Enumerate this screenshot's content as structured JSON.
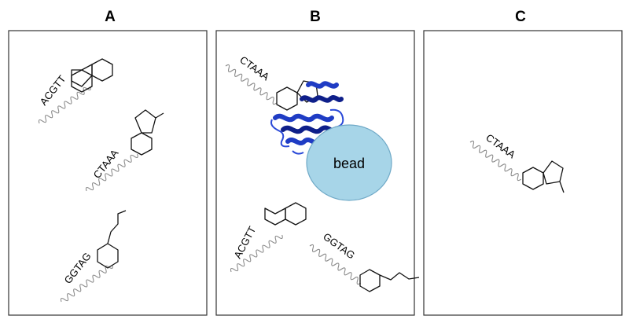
{
  "panels": [
    {
      "title": "A",
      "probes": [
        {
          "sequence": "ACGTT",
          "molecule": "naphthalene"
        },
        {
          "sequence": "CTAAA",
          "molecule": "methyl-indane"
        },
        {
          "sequence": "GGTAG",
          "molecule": "propyl-cyclohexane"
        }
      ]
    },
    {
      "title": "B",
      "probes": [
        {
          "sequence": "CTAAA",
          "molecule": "methyl-indane"
        },
        {
          "sequence": "ACGTT",
          "molecule": "naphthalene"
        },
        {
          "sequence": "GGTAG",
          "molecule": "propyl-cyclohexane"
        }
      ],
      "bead_label": "bead",
      "protein": "blue ribbon protein"
    },
    {
      "title": "C",
      "probes": [
        {
          "sequence": "CTAAA",
          "molecule": "methyl-indane"
        }
      ]
    }
  ],
  "colors": {
    "frame": "#333333",
    "coil": "#8a8a8a",
    "bead": "#a7d5e8",
    "bead_outline": "#6fa9c7",
    "protein": "#1f3cc4",
    "protein_dark": "#0e1f8a"
  }
}
